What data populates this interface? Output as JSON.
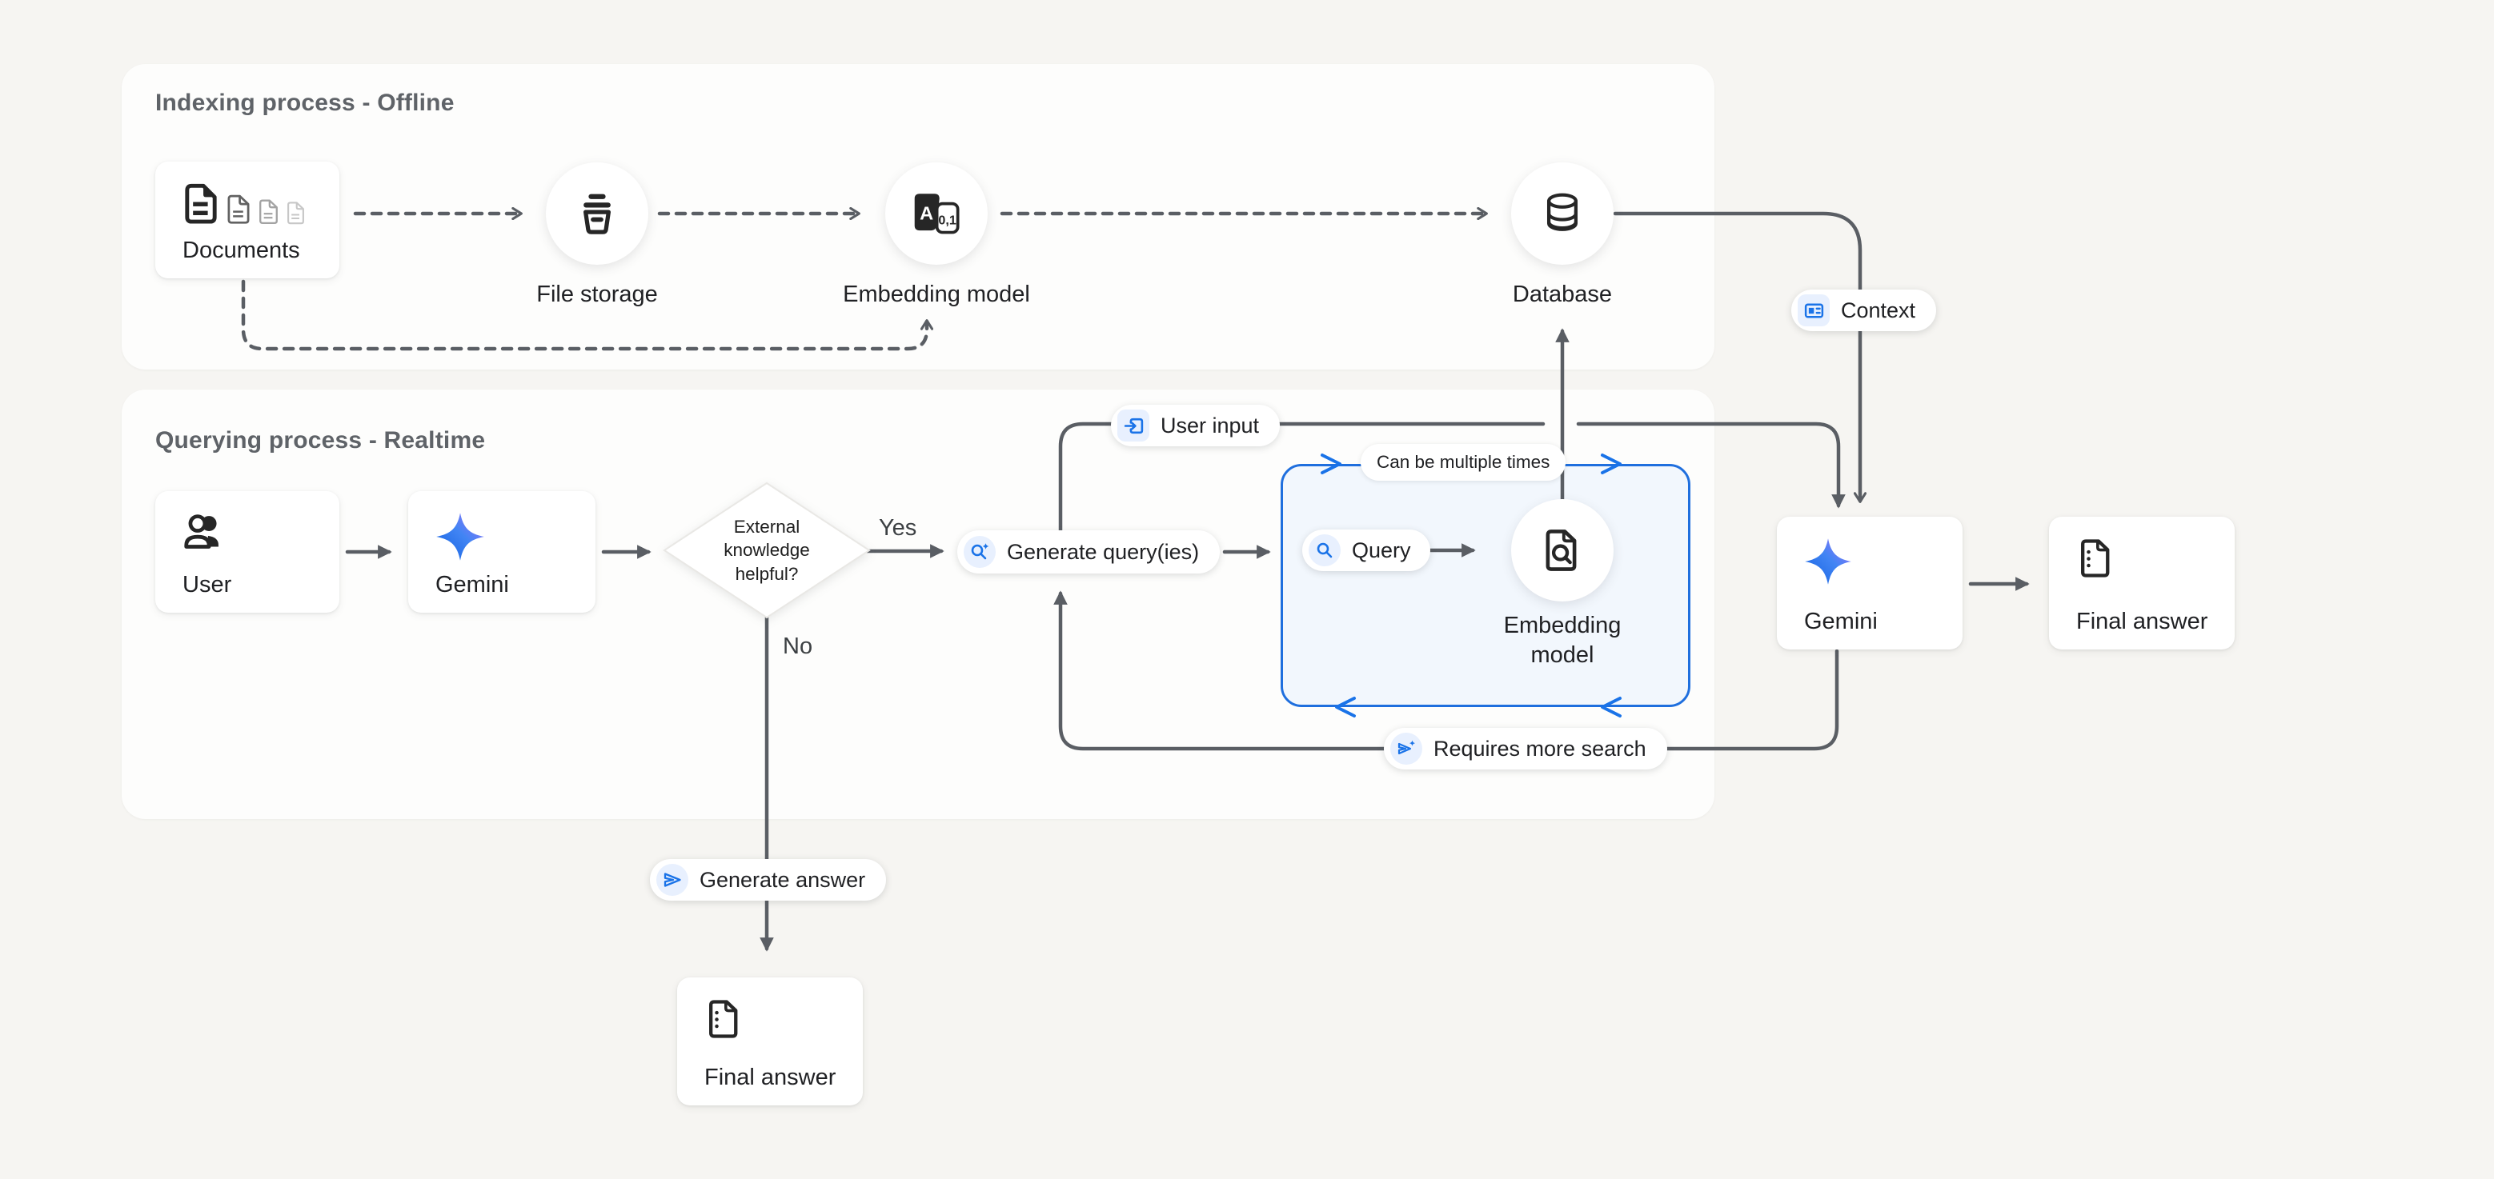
{
  "colors": {
    "accent": "#1a73e8",
    "accent_bg": "#e8f0fe",
    "line": "#5a5e64",
    "blue_box_border": "#1f6fde",
    "blue_box_fill": "#f2f7fd",
    "panel_bg": "#fdfdfc",
    "page_bg": "#f6f5f2",
    "text": "#202124",
    "title_text": "#5f6368"
  },
  "panels": {
    "indexing": {
      "title": "Indexing process - Offline"
    },
    "querying": {
      "title": "Querying process - Realtime"
    }
  },
  "nodes": {
    "documents": {
      "label": "Documents",
      "icon": "documents-icon"
    },
    "file_storage": {
      "label": "File storage",
      "icon": "storage-bin-icon"
    },
    "embedding_model_indexing": {
      "label": "Embedding model",
      "icon": "text-to-numbers-icon",
      "letter": "A",
      "numbers": "0,1"
    },
    "database": {
      "label": "Database",
      "icon": "database-icon"
    },
    "user": {
      "label": "User",
      "icon": "users-icon"
    },
    "gemini_left": {
      "label": "Gemini",
      "icon": "gemini-star-icon"
    },
    "decision": {
      "label": "External knowledge helpful?"
    },
    "generate_query": {
      "label": "Generate query(ies)",
      "icon": "search-spark-icon"
    },
    "query": {
      "label": "Query",
      "icon": "search-icon"
    },
    "embedding_model_query": {
      "label": "Embedding model",
      "icon": "doc-search-icon"
    },
    "gemini_right": {
      "label": "Gemini",
      "icon": "gemini-star-icon"
    },
    "final_answer_right": {
      "label": "Final answer",
      "icon": "doc-icon"
    },
    "final_answer_bottom": {
      "label": "Final answer",
      "icon": "doc-icon"
    }
  },
  "edge_labels": {
    "yes": "Yes",
    "no": "No",
    "user_input": "User input",
    "context": "Context",
    "can_be_multiple_times": "Can be multiple times",
    "requires_more_search": "Requires more search",
    "generate_answer": "Generate answer"
  }
}
